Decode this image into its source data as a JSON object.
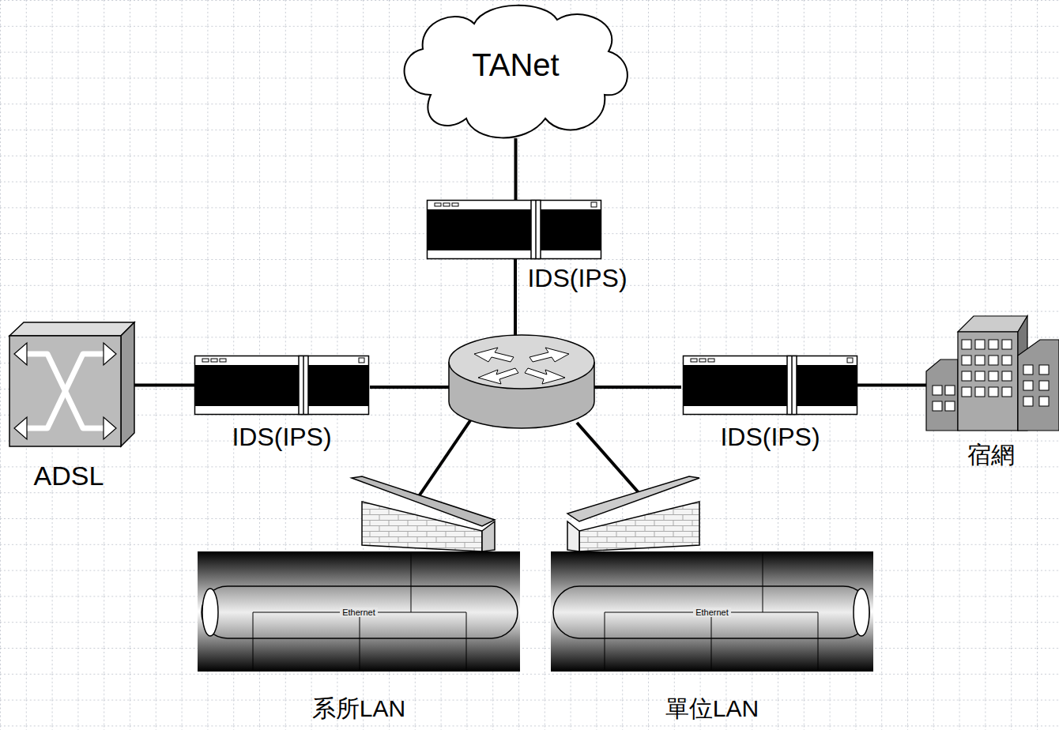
{
  "diagram": {
    "nodes": [
      {
        "text": [
          "TANet"
        ]
      },
      {
        "text": [
          "IDS(IPS)"
        ]
      },
      {
        "text": [
          "ADSL"
        ]
      },
      {
        "text": [
          "IDS(IPS)"
        ]
      },
      {
        "text": [
          "IDS(IPS)"
        ]
      },
      {
        "text": [
          "宿網"
        ]
      },
      {
        "text": [
          "Ethernet",
          "系所LAN"
        ]
      },
      {
        "text": [
          "Ethernet",
          "單位LAN"
        ]
      }
    ],
    "edges": [
      {
        "from": 0,
        "to": 1,
        "arrow": "none"
      },
      {
        "from": 2,
        "to": 3,
        "arrow": "none"
      },
      {
        "from": 4,
        "to": 5,
        "arrow": "none"
      }
    ]
  }
}
